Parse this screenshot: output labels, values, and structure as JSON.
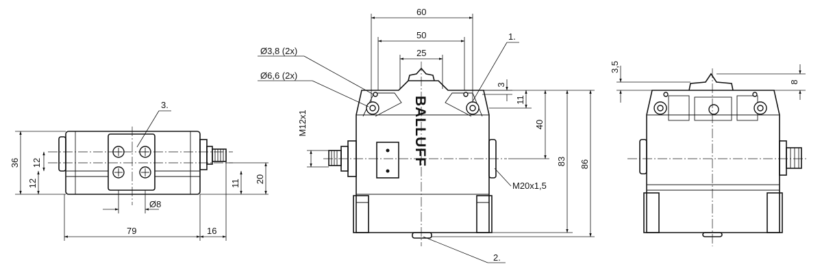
{
  "left_view": {
    "dims": {
      "height_36": "36",
      "offset_12_upper": "12",
      "offset_12_lower": "12",
      "height_20": "20",
      "offset_11": "11",
      "diameter_8": "Ø8",
      "length_79": "79",
      "length_16": "16"
    },
    "callout": "3."
  },
  "front_view": {
    "dims": {
      "width_60": "60",
      "width_50": "50",
      "width_25": "25",
      "hole_small": "Ø3,8 (2x)",
      "hole_large": "Ø6,6 (2x)",
      "offset_3": "3",
      "offset_11": "11",
      "height_40": "40",
      "height_83": "83",
      "height_86": "86",
      "thread_m12": "M12x1",
      "thread_m20": "M20x1,5"
    },
    "callouts": {
      "c1": "1.",
      "c2": "2."
    },
    "brand": "BALLUFF"
  },
  "right_view": {
    "dims": {
      "height_3_5": "3,5",
      "height_8": "8"
    }
  }
}
